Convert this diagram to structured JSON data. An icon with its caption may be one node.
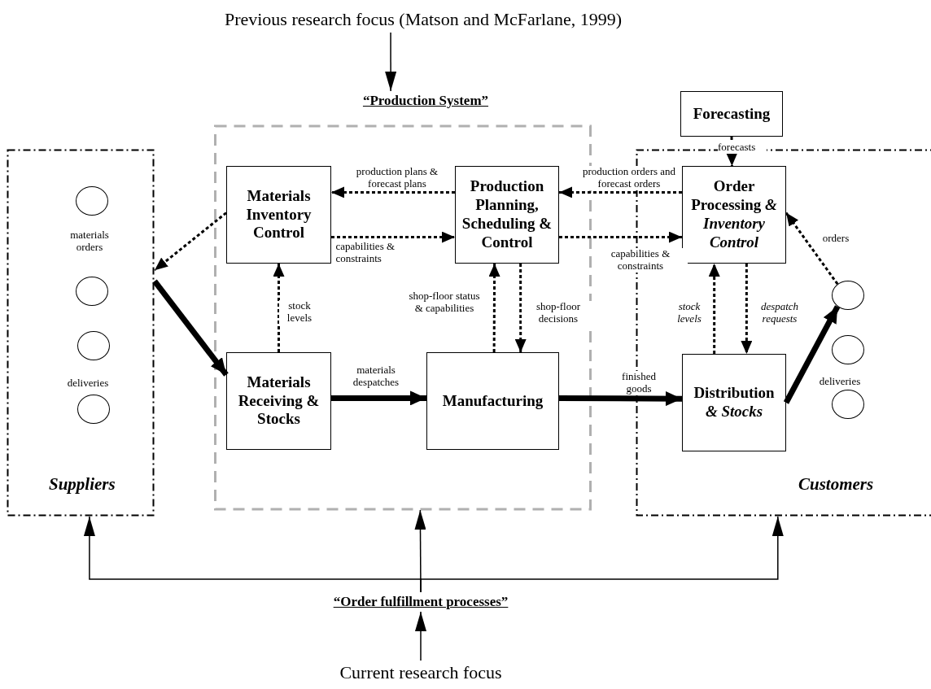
{
  "diagram": {
    "nodes": [
      {
        "text": [
          "Suppliers"
        ]
      },
      {
        "text": [],
        "shape": "circle",
        "in": 0
      },
      {
        "text": [],
        "shape": "circle",
        "in": 0
      },
      {
        "text": [],
        "shape": "circle",
        "in": 0
      },
      {
        "text": [],
        "shape": "circle",
        "in": 0
      },
      {
        "text": [
          "“Production System”"
        ]
      },
      {
        "text": [
          "Materials Inventory Control"
        ],
        "in": 5
      },
      {
        "text": [
          "Production Planning, Scheduling & Control"
        ],
        "in": 5
      },
      {
        "text": [
          "Materials Receiving & Stocks"
        ],
        "in": 5
      },
      {
        "text": [
          "Manufacturing"
        ],
        "in": 5
      },
      {
        "text": [
          "Customers"
        ]
      },
      {
        "text": [
          "Forecasting"
        ]
      },
      {
        "text": [
          "Order Processing *& Inventory Control*"
        ],
        "in": 10
      },
      {
        "text": [
          "Distribution *& Stocks*"
        ],
        "in": 10
      },
      {
        "text": [],
        "shape": "circle",
        "in": 10
      },
      {
        "text": [],
        "shape": "circle",
        "in": 10
      },
      {
        "text": [],
        "shape": "circle",
        "in": 10
      },
      {
        "text": [
          "Previous research focus (Matson and McFarlane, 1999)"
        ]
      },
      {
        "text": [
          "“Order fulfillment processes”"
        ]
      },
      {
        "text": [
          "Current research focus"
        ]
      }
    ],
    "edges": [
      {
        "from": 6,
        "to": 0,
        "arrow": "to",
        "style": "dashed"
      },
      {
        "from": 0,
        "to": 8,
        "arrow": "to",
        "style": "thick"
      },
      {
        "from": 7,
        "to": 6,
        "arrow": "to",
        "style": "dashed",
        "label": "production plans & forecast plans"
      },
      {
        "from": 6,
        "to": 7,
        "arrow": "to",
        "style": "dashed",
        "label": "capabilities & constraints"
      },
      {
        "from": 12,
        "to": 7,
        "arrow": "to",
        "style": "dashed",
        "label": "production orders and forecast orders"
      },
      {
        "from": 7,
        "to": 12,
        "arrow": "to",
        "style": "dashed",
        "label": "capabilities & constraints"
      },
      {
        "from": 11,
        "to": 12,
        "arrow": "to",
        "style": "dashed",
        "label": "forecasts"
      },
      {
        "from": 8,
        "to": 6,
        "arrow": "to",
        "style": "dashed",
        "label": "stock levels"
      },
      {
        "from": 9,
        "to": 7,
        "arrow": "to",
        "style": "dashed",
        "label": "shop-floor status & capabilities"
      },
      {
        "from": 7,
        "to": 9,
        "arrow": "to",
        "style": "dashed",
        "label": "shop-floor decisions"
      },
      {
        "from": 8,
        "to": 9,
        "arrow": "to",
        "style": "thick",
        "label": "materials despatches"
      },
      {
        "from": 9,
        "to": 13,
        "arrow": "to",
        "style": "thick",
        "label": "finished goods"
      },
      {
        "from": 13,
        "to": 12,
        "arrow": "to",
        "style": "dashed",
        "label": "stock levels"
      },
      {
        "from": 12,
        "to": 13,
        "arrow": "to",
        "style": "dashed",
        "label": "despatch requests"
      },
      {
        "from": 13,
        "to": 14,
        "arrow": "to",
        "style": "thick",
        "label": "deliveries"
      },
      {
        "from": 14,
        "to": 12,
        "arrow": "to",
        "style": "dashed",
        "label": "orders"
      },
      {
        "from": 17,
        "to": 5,
        "arrow": "to"
      },
      {
        "from": 19,
        "to": 18,
        "arrow": "to"
      },
      {
        "from": 18,
        "to": 0,
        "arrow": "to"
      },
      {
        "from": 18,
        "to": 5,
        "arrow": "to"
      },
      {
        "from": 18,
        "to": 10,
        "arrow": "to"
      }
    ],
    "labels": [
      "materials orders",
      "deliveries"
    ]
  }
}
